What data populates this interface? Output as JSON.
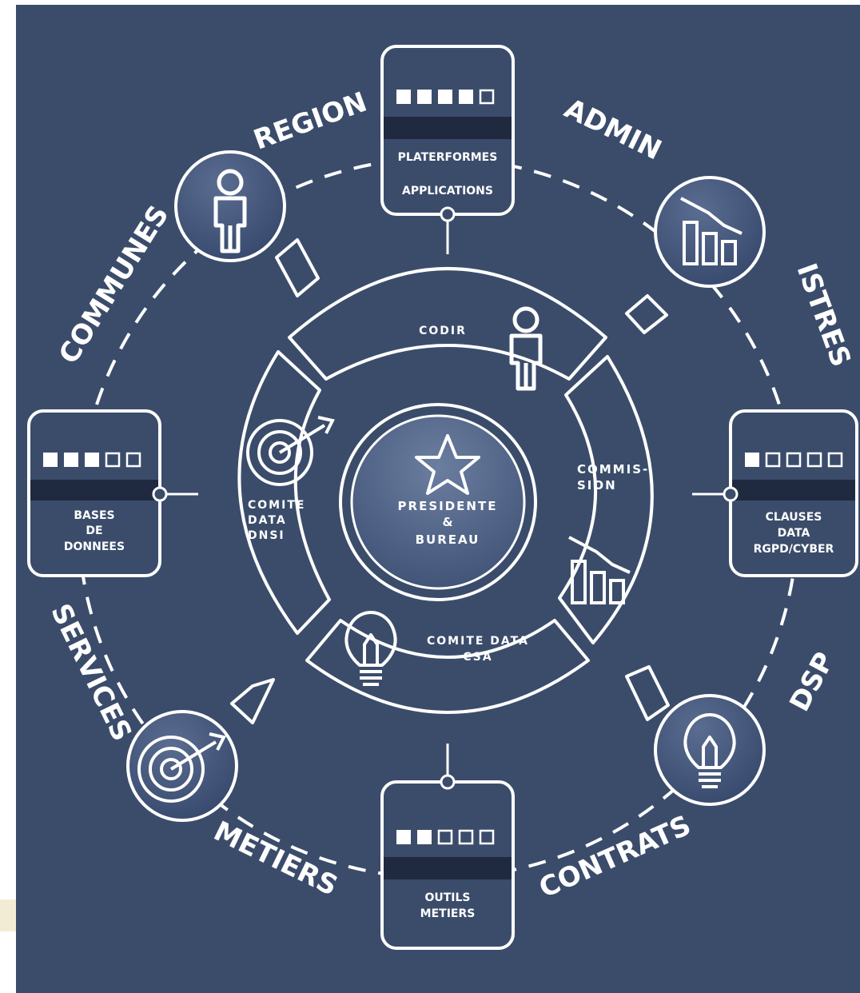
{
  "outer_ring": {
    "region": "REGION",
    "admin": "ADMIN",
    "communes": "COMMUNES",
    "istres": "ISTRES",
    "services": "SERVICES",
    "dsp": "DSP",
    "metiers": "METIERS",
    "contrats": "CONTRATS"
  },
  "cards": {
    "top": {
      "line1": "PLATERFORMES",
      "line2": "APPLICATIONS",
      "filled": 4,
      "total": 5
    },
    "left": {
      "line1": "BASES",
      "line2": "DE",
      "line3": "DONNEES",
      "filled": 3,
      "total": 5
    },
    "right": {
      "line1": "CLAUSES",
      "line2": "DATA",
      "line3": "RGPD/CYBER",
      "filled": 1,
      "total": 5
    },
    "bottom": {
      "line1": "OUTILS",
      "line2": "METIERS",
      "filled": 2,
      "total": 5
    }
  },
  "segments": {
    "codir": "CODIR",
    "commission_1": "COMMIS-",
    "commission_2": "SION",
    "comite_csa_1": "COMITE DATA",
    "comite_csa_2": "CSA",
    "comite_dnsi_1": "COMITE",
    "comite_dnsi_2": "DATA",
    "comite_dnsi_3": "DNSI"
  },
  "center": {
    "line1": "PRESIDENTE",
    "line2": "&",
    "line3": "BUREAU"
  },
  "colors": {
    "background": "#3b4c6b",
    "line": "#ffffff",
    "card_band": "#1f2a40",
    "center_fill": "#56688a"
  },
  "icons": {
    "person": "person-icon",
    "chart": "declining-bar-chart-icon",
    "target": "target-arrow-icon",
    "bulb": "lightbulb-icon",
    "star": "star-icon"
  }
}
